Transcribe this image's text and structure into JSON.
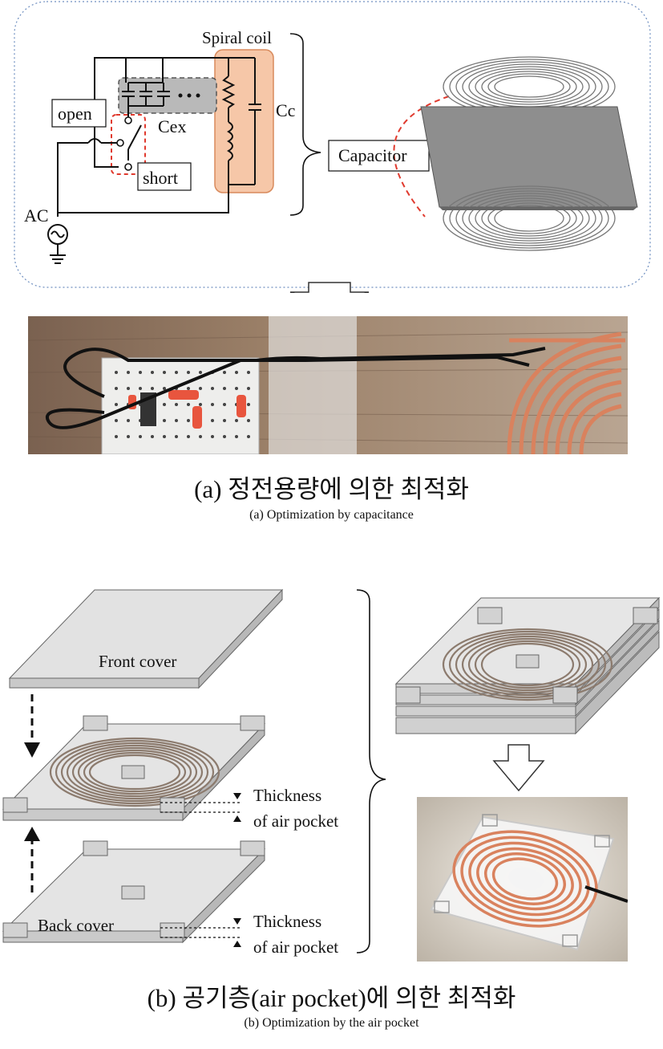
{
  "panel_a": {
    "circuit_labels": {
      "spiral_coil": "Spiral coil",
      "open": "open",
      "cex": "Cex",
      "cc": "Cc",
      "short": "short",
      "ac": "AC",
      "capacitor": "Capacitor"
    },
    "caption_ko": "(a) 정전용량에 의한 최적화",
    "caption_en": "(a) Optimization by capacitance"
  },
  "panel_b": {
    "labels": {
      "front_cover": "Front cover",
      "back_cover": "Back cover",
      "thickness_1_line1": "Thickness",
      "thickness_1_line2": "of air pocket",
      "thickness_2_line1": "Thickness",
      "thickness_2_line2": "of air pocket"
    },
    "caption_ko": "(b) 공기층(air pocket)에 의한 최적화",
    "caption_en": "(b) Optimization by the air pocket"
  },
  "colors": {
    "coil_copper": "#d9825e",
    "highlight_orange": "#f6c7a8",
    "dashed_red": "#e03a2e",
    "frame_blue": "#6f8fc0",
    "acrylic_gray": "#d8d8d8",
    "coil_brown": "#8c7b6e"
  }
}
